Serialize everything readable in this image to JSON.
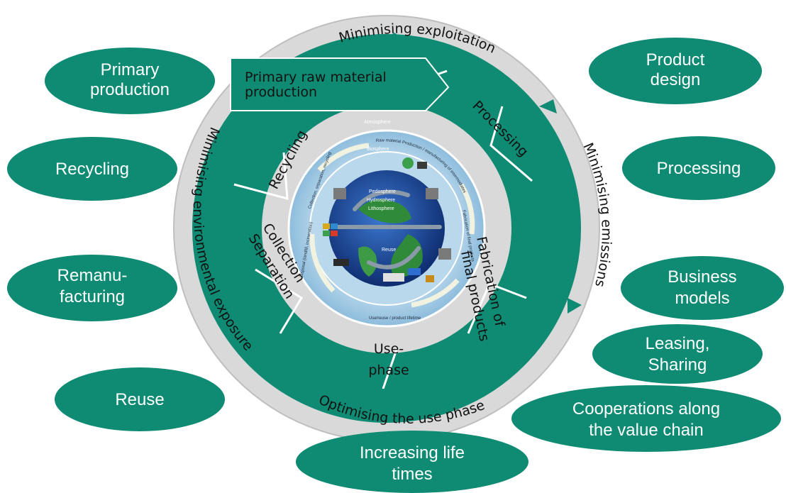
{
  "colors": {
    "teal": "#0f8a73",
    "ring_grey": "#d9d9d9",
    "dash_blue": "#3f5f9e",
    "inner_sky": "#9ec7e3",
    "globe_ocean": "#1e4ea6",
    "globe_land": "#2f8a3a"
  },
  "ovals": {
    "primary_production": {
      "line1": "Primary",
      "line2": "production"
    },
    "recycling": {
      "line1": "Recycling"
    },
    "remanufacturing": {
      "line1": "Remanu-",
      "line2": "facturing"
    },
    "reuse": {
      "line1": "Reuse"
    },
    "increasing_life_times": {
      "line1": "Increasing life",
      "line2": "times"
    },
    "product_design": {
      "line1": "Product",
      "line2": "design"
    },
    "processing": {
      "line1": "Processing"
    },
    "business_models": {
      "line1": "Business",
      "line2": "models"
    },
    "leasing_sharing": {
      "line1": "Leasing,",
      "line2": "Sharing"
    },
    "cooperations": {
      "line1": "Cooperations along",
      "line2": "the value chain"
    }
  },
  "ring_labels": {
    "top": "Minimising exploitation",
    "right": "Minimising emissions",
    "bottom": "Optimising the use phase",
    "left": "Minimising environmental exposure"
  },
  "stages": {
    "primary_raw": {
      "line1": "Primary raw material",
      "line2": "production"
    },
    "processing": "Processing",
    "fabrication": {
      "line1": "Fabrication of",
      "line2": "final products"
    },
    "use_phase": {
      "line1": "Use-",
      "line2": "phase"
    },
    "collection": {
      "line1": "Collection",
      "line2": "Separation"
    },
    "recycling": "Recycling"
  },
  "globe": {
    "atmosphere": "Atmosphere",
    "biosphere": "Biosphere",
    "pedosphere": "Pedosphere",
    "hydrosphere": "Hydrosphere",
    "lithosphere": "Lithosphere",
    "raw_material_label": "Raw material Production / manufacturing of intermediates",
    "fabrication_label": "Fabrication of final products",
    "use_label": "Use/reuse / product lifetime",
    "disposal_label": "Disposal (landfill, incineration)",
    "recycling_label": "Collection, separation, recycling",
    "inner_reuse": "Reuse"
  }
}
